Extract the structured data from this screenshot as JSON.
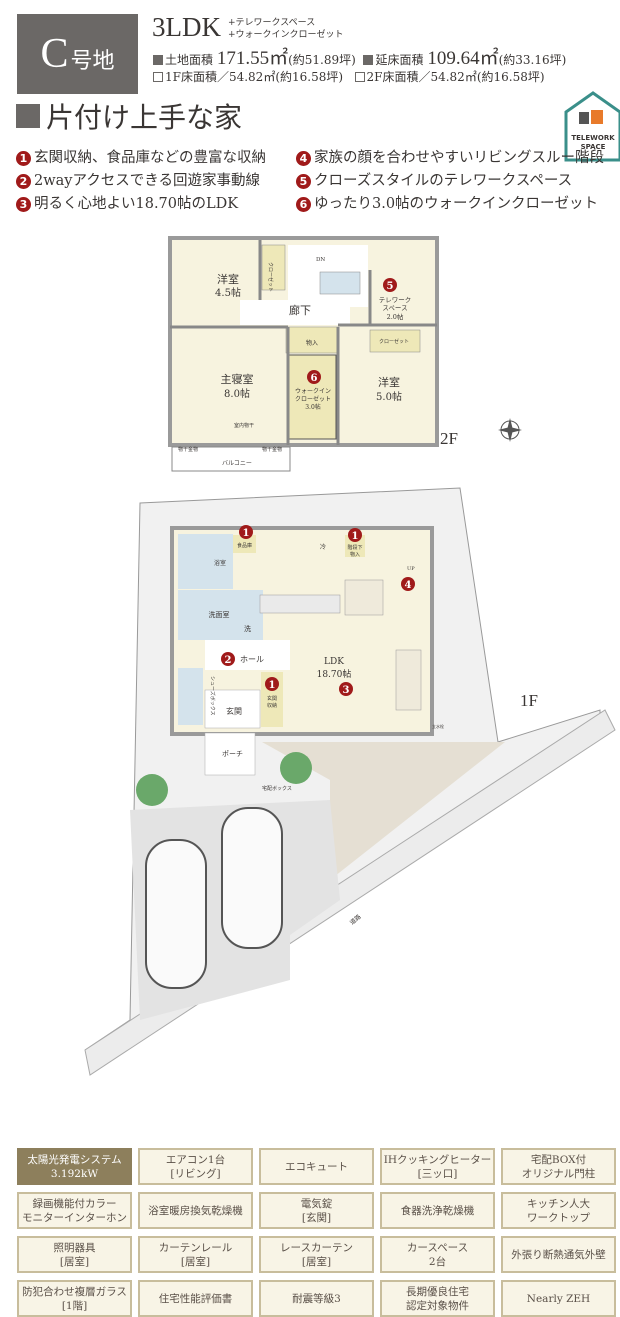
{
  "header": {
    "lot_letter": "C",
    "lot_suffix": "号地",
    "layout": "3LDK",
    "extras": [
      "+テレワークスペース",
      "+ウォークインクローゼット"
    ],
    "land_area_label": "土地面積",
    "land_area": "171.55㎡",
    "land_tsubo": "(約51.89坪)",
    "floor_area_label": "延床面積",
    "floor_area": "109.64㎡",
    "floor_tsubo": "(約33.16坪)",
    "f1_area": "1F床面積／54.82㎡(約16.58坪)",
    "f2_area": "2F床面積／54.82㎡(約16.58坪)"
  },
  "title": "片付け上手な家",
  "badge": {
    "line1": "TELEWORK",
    "line2": "SPACE",
    "color": "#3a8f8a"
  },
  "features": [
    {
      "n": "1",
      "text": "玄関収納、食品庫などの豊富な収納"
    },
    {
      "n": "2",
      "text": "2wayアクセスできる回遊家事動線"
    },
    {
      "n": "3",
      "text": "明るく心地よい18.70帖のLDK"
    },
    {
      "n": "4",
      "text": "家族の顔を合わせやすいリビングスルー階段"
    },
    {
      "n": "5",
      "text": "クローズスタイルのテレワークスペース"
    },
    {
      "n": "6",
      "text": "ゆったり3.0帖のウォークインクローゼット"
    }
  ],
  "plan2f": {
    "floor": "2F",
    "room1": "洋室",
    "room1_size": "4.5帖",
    "closet": "クローゼット",
    "hall": "廊下",
    "dn": "DN",
    "telework": "テレワーク",
    "telework2": "スペース",
    "telework_size": "2.0帖",
    "storage": "物入",
    "closet2": "クローゼット",
    "master": "主寝室",
    "master_size": "8.0帖",
    "indoor_dry": "室内物干",
    "wic1": "ウォークイン",
    "wic2": "クローゼット",
    "wic_size": "3.0帖",
    "room3": "洋室",
    "room3_size": "5.0帖",
    "hanger": "物干金物",
    "balcony": "バルコニー"
  },
  "plan1f": {
    "floor": "1F",
    "bath": "浴室",
    "pantry": "食品庫",
    "fridge": "冷",
    "under_stairs1": "階段下",
    "under_stairs2": "物入",
    "up": "UP",
    "washroom": "洗面室",
    "washer": "洗",
    "hall": "ホール",
    "ldk": "LDK",
    "ldk_size": "18.70帖",
    "shoebox": "シューズボックス",
    "entrance": "玄関",
    "entry_storage1": "玄関",
    "entry_storage2": "収納",
    "porch": "ポーチ",
    "delivery_box": "宅配ボックス",
    "faucet": "立水栓",
    "road": "道路"
  },
  "options": [
    {
      "l1": "太陽光発電システム",
      "l2": "3.192kW",
      "highlight": true
    },
    {
      "l1": "エアコン1台",
      "l2": "[リビング]"
    },
    {
      "l1": "エコキュート",
      "l2": ""
    },
    {
      "l1": "IHクッキングヒーター",
      "l2": "[三ッ口]"
    },
    {
      "l1": "宅配BOX付",
      "l2": "オリジナル門柱"
    },
    {
      "l1": "録画機能付カラー",
      "l2": "モニターインターホン"
    },
    {
      "l1": "浴室暖房換気乾燥機",
      "l2": ""
    },
    {
      "l1": "電気錠",
      "l2": "[玄関]"
    },
    {
      "l1": "食器洗浄乾燥機",
      "l2": ""
    },
    {
      "l1": "キッチン人大",
      "l2": "ワークトップ"
    },
    {
      "l1": "照明器具",
      "l2": "[居室]"
    },
    {
      "l1": "カーテンレール",
      "l2": "[居室]"
    },
    {
      "l1": "レースカーテン",
      "l2": "[居室]"
    },
    {
      "l1": "カースペース",
      "l2": "2台"
    },
    {
      "l1": "外張り断熱通気外壁",
      "l2": ""
    },
    {
      "l1": "防犯合わせ複層ガラス",
      "l2": "[1階]"
    },
    {
      "l1": "住宅性能評価書",
      "l2": ""
    },
    {
      "l1": "耐震等級3",
      "l2": ""
    },
    {
      "l1": "長期優良住宅",
      "l2": "認定対象物件"
    },
    {
      "l1": "Nearly ZEH",
      "l2": ""
    }
  ]
}
